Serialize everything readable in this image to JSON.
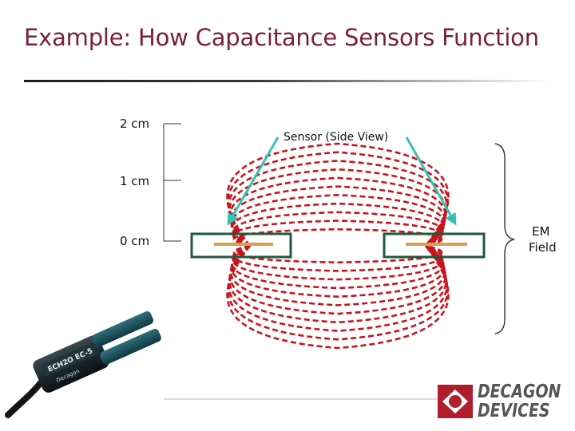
{
  "title": "Example: How Capacitance Sensors Function",
  "scale_labels": {
    "top": "2 cm",
    "middle": "1 cm",
    "bottom": "0 cm"
  },
  "sensor_label": "Sensor (Side View)",
  "field_label": {
    "line1": "EM",
    "line2": "Field"
  },
  "logo": {
    "line1": "DECAGON",
    "line2": "DEVICES"
  },
  "probe_text": {
    "brand": "ECH2O EC-5",
    "maker": "Decagon"
  },
  "colors": {
    "title": "#7a1e3c",
    "field_lines": "#c8141c",
    "sensor_box": "#1e5a3c",
    "arrow": "#34c2b4",
    "electrode": "#d4a050"
  }
}
